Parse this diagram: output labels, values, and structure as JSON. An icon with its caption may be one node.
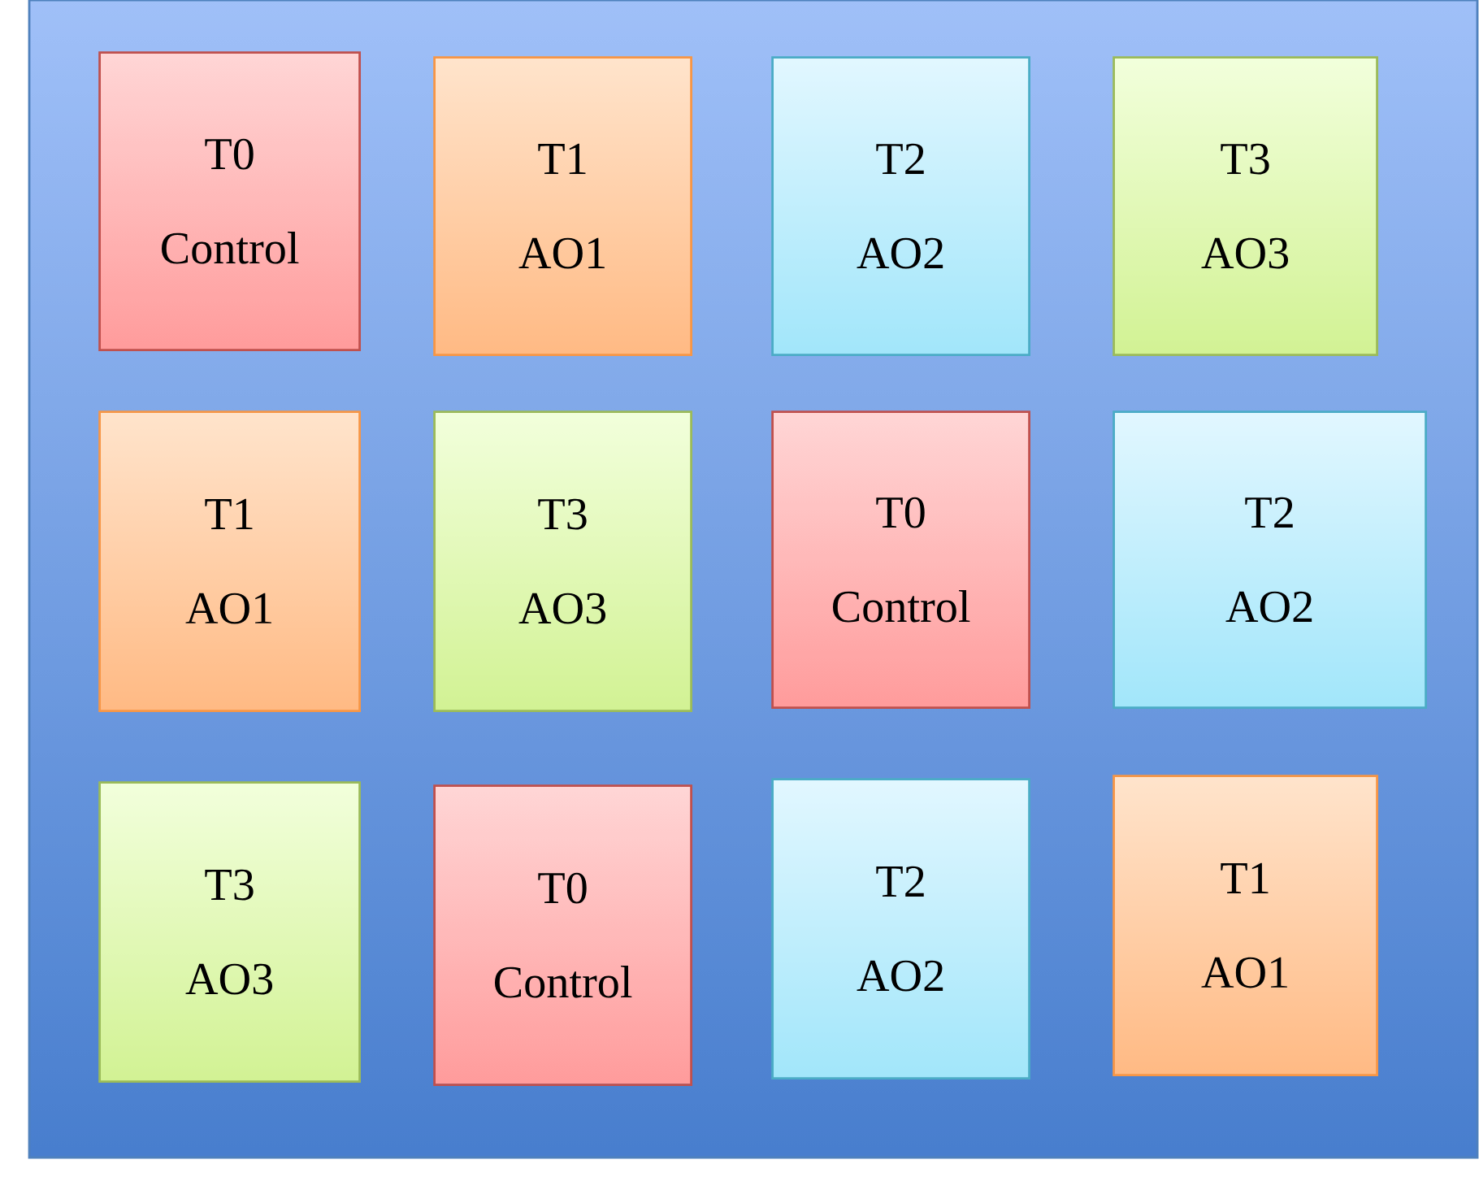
{
  "diagram": {
    "nodes": [
      {
        "text": [],
        "shape": "box"
      },
      {
        "text": [
          "T0",
          "Control"
        ],
        "in": 0
      },
      {
        "text": [
          "T1",
          "AO1"
        ],
        "in": 0
      },
      {
        "text": [
          "T2",
          "AO2"
        ],
        "in": 0
      },
      {
        "text": [
          "T3",
          "AO3"
        ],
        "in": 0
      },
      {
        "text": [
          "T1",
          "AO1"
        ],
        "in": 0
      },
      {
        "text": [
          "T3",
          "AO3"
        ],
        "in": 0
      },
      {
        "text": [
          "T0",
          "Control"
        ],
        "in": 0
      },
      {
        "text": [
          "T2",
          "AO2"
        ],
        "in": 0
      },
      {
        "text": [
          "T3",
          "AO3"
        ],
        "in": 0
      },
      {
        "text": [
          "T0",
          "Control"
        ],
        "in": 0
      },
      {
        "text": [
          "T2",
          "AO2"
        ],
        "in": 0
      },
      {
        "text": [
          "T1",
          "AO1"
        ],
        "in": 0
      }
    ]
  }
}
